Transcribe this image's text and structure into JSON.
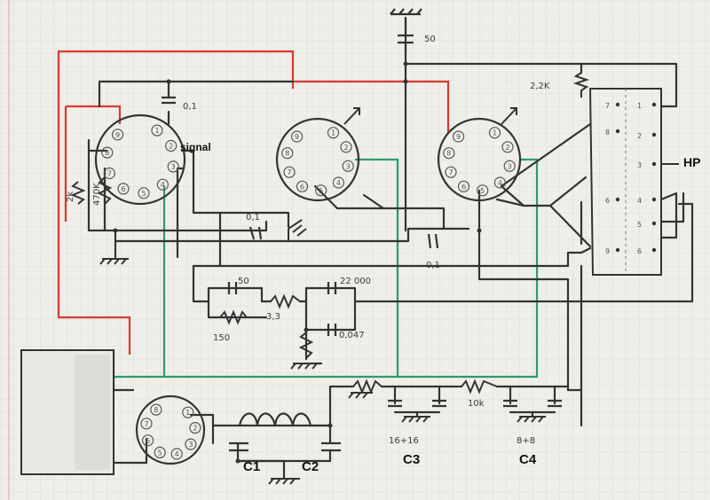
{
  "labels": {
    "signal": "signal",
    "hp": "HP",
    "c1": "C1",
    "c2": "C2",
    "c3": "C3",
    "c4": "C4",
    "c3_value": "16+16",
    "c4_value": "8+8"
  },
  "components": {
    "cap_top": "50",
    "cap_v1": "0,1",
    "cap_coupling_mid": "0,1",
    "cap_coupling_low": "0,1",
    "res_top_right": "2,2K",
    "res_2k": "2k",
    "res_470k": "470K",
    "cap_50_cathode": "50",
    "res_150": "150",
    "res_3_3": "3,3",
    "cap_22000": "22 000",
    "cap_0_047": "0,047",
    "res_10k": "10k"
  },
  "tubes": {
    "v1_pins": [
      "1",
      "2",
      "3",
      "4",
      "5",
      "6",
      "7",
      "8",
      "9"
    ],
    "v2_pins": [
      "1",
      "2",
      "3",
      "4",
      "5",
      "6",
      "7",
      "8",
      "9"
    ],
    "v3_pins": [
      "1",
      "2",
      "3",
      "4",
      "5",
      "6",
      "7",
      "8",
      "9"
    ],
    "rect_pins": [
      "1",
      "2",
      "3",
      "4",
      "5",
      "6",
      "7",
      "8"
    ]
  },
  "output_transformer": {
    "left_pins": [
      "7",
      "8",
      "6",
      "9"
    ],
    "right_pins": [
      "1",
      "2",
      "3",
      "4",
      "5",
      "6"
    ]
  },
  "colors": {
    "paper": "#efeee9",
    "grid": "#c9cfd6",
    "margin_line": "#e3a3a3",
    "wire": "#333333",
    "red_wire": "#d83a2e",
    "green_wire": "#2e9a6a"
  }
}
